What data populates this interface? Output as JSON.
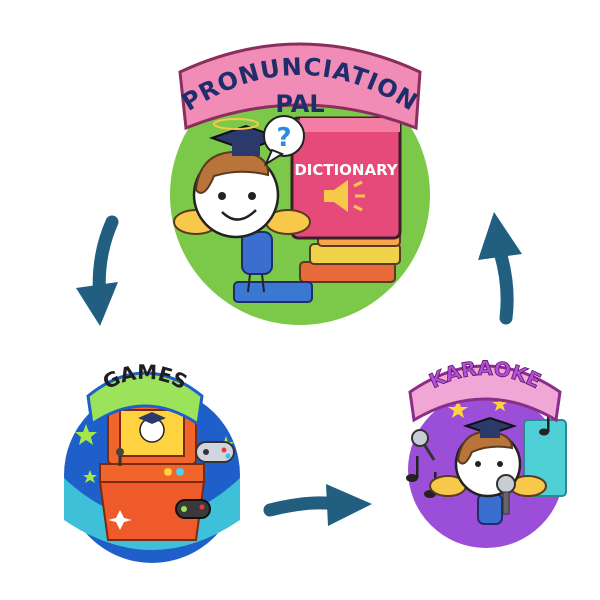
{
  "nodes": {
    "pronunciation": {
      "title_line1": "PRONUNCIATION",
      "title_line2": "PAL",
      "book_label": "DICTIONARY",
      "bubble_symbol": "?",
      "colors": {
        "circle": "#7cc94a",
        "banner": "#f08cb6",
        "book": "#e64a7a",
        "text": "#1f2d6b"
      }
    },
    "games": {
      "title": "GAMES",
      "colors": {
        "circle": "#1f5fc9",
        "banner": "#9be35a",
        "cabinet": "#f2652a",
        "text": "#1f1f1f"
      }
    },
    "karaoke": {
      "title": "KARAOKE",
      "colors": {
        "circle": "#9b4fd8",
        "banner": "#f0a7d5",
        "text": "#b44ed6"
      }
    }
  },
  "arrows": {
    "color": "#215e7f",
    "flow": [
      "pronunciation-pal",
      "games",
      "karaoke",
      "pronunciation-pal"
    ]
  },
  "icons": [
    "graduation-cap-icon",
    "question-bubble-icon",
    "speaker-icon",
    "game-controller-icon",
    "microphone-icon",
    "music-note-icon",
    "star-icon"
  ]
}
